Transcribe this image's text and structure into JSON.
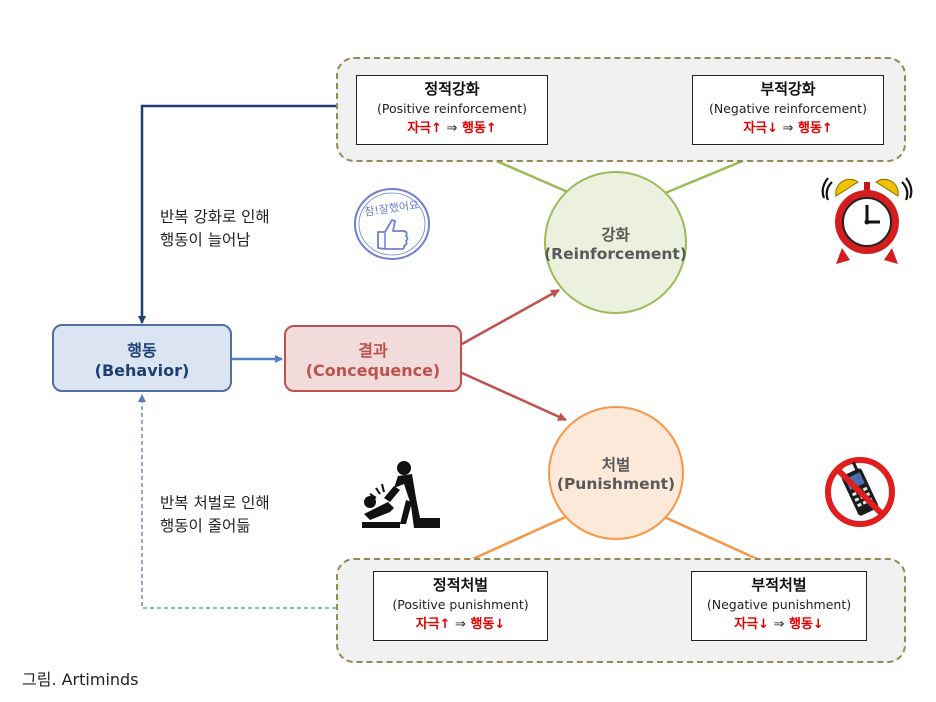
{
  "behavior": {
    "title": "행동",
    "subtitle": "(Behavior)"
  },
  "consequence": {
    "title": "결과",
    "subtitle": "(Concequence)"
  },
  "reinforcement": {
    "title": "강화",
    "subtitle": "(Reinforcement)"
  },
  "punishment": {
    "title": "처벌",
    "subtitle": "(Punishment)"
  },
  "boxes": {
    "pos_reinf": {
      "title": "정적강화",
      "english": "(Positive reinforcement)",
      "stim": "자극↑",
      "op": "⇒",
      "resp": "행동↑"
    },
    "neg_reinf": {
      "title": "부적강화",
      "english": "(Negative reinforcement)",
      "stim": "자극↓",
      "op": "⇒",
      "resp": "행동↑"
    },
    "pos_pun": {
      "title": "정적처벌",
      "english": "(Positive punishment)",
      "stim": "자극↑",
      "op": "⇒",
      "resp": "행동↓"
    },
    "neg_pun": {
      "title": "부적처벌",
      "english": "(Negative punishment)",
      "stim": "자극↓",
      "op": "⇒",
      "resp": "행동↓"
    }
  },
  "notes": {
    "reinf_line1": "반복 강화로 인해",
    "reinf_line2": "행동이 늘어남",
    "pun_line1": "반복 처벌로 인해",
    "pun_line2": "행동이 줄어듦"
  },
  "stamp_text": "참!잘했어요",
  "caption": "그림. Artiminds",
  "icons": [
    "thumbs-up-stamp-icon",
    "alarm-clock-icon",
    "fallen-person-icon",
    "no-phone-icon"
  ],
  "colors": {
    "behavior_fill": "#dbe5f1",
    "behavior_border": "#4f6f9f",
    "behavior_text": "#1f3f74",
    "consequence_fill": "#f2dcdb",
    "consequence_border": "#c0504d",
    "reinforcement_fill": "#ebf1de",
    "reinforcement_border": "#9bbb59",
    "punishment_fill": "#fde9d9",
    "punishment_border": "#f79646",
    "dashed_border": "#948a54",
    "formula_red": "#e00000"
  }
}
